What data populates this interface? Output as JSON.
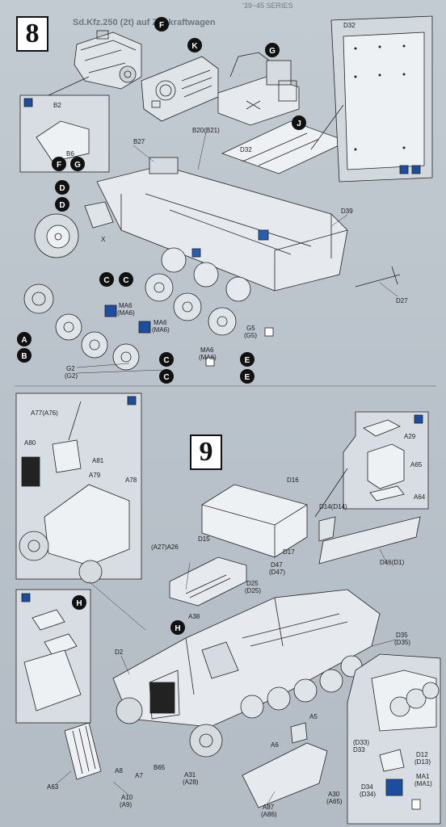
{
  "header": {
    "text": "Sd.Kfz.250 (2t) auf Zugkraftwagen",
    "series": "'39~45 SERIES"
  },
  "steps": {
    "s8": "8",
    "s9": "9"
  },
  "callouts": {
    "F": "F",
    "K": "K",
    "G": "G",
    "J": "J",
    "D": "D",
    "C": "C",
    "A": "A",
    "B": "B",
    "E": "E",
    "H": "H"
  },
  "parts": {
    "B2": "B2",
    "B6": "B6",
    "B27": "B27",
    "B20": "B20(B21)",
    "D32": "D32",
    "D32b": "D32",
    "D39": "D39",
    "D27": "D27",
    "X": "X",
    "MA6a": "MA6",
    "MA6a2": "(MA6)",
    "MA6b": "MA6",
    "MA6b2": "(MA6)",
    "MA6c": "MA6",
    "MA6c2": "(MA6)",
    "G2": "G2",
    "G2b": "(G2)",
    "G5": "G5",
    "G5b": "(G5)",
    "A77": "A77(A76)",
    "A80": "A80",
    "A81": "A81",
    "A79": "A79",
    "A78": "A78",
    "A29": "A29",
    "A65": "A65",
    "A64": "A64",
    "D16": "D16",
    "D14": "D14(D14)",
    "D15": "D15",
    "D17": "D17",
    "D46": "D46(D1)",
    "A26": "(A27)A26",
    "D25": "D25",
    "D25b": "(D25)",
    "D47": "D47",
    "D47b": "(D47)",
    "A38": "A38",
    "D35": "D35",
    "D35b": "(D35)",
    "D2": "D2",
    "A5": "A5",
    "A6": "A6",
    "D33": "(D33)",
    "D33b": "D33",
    "D12": "D12",
    "D12b": "(D13)",
    "MA1": "MA1",
    "MA1b": "(MA1)",
    "D34": "D34",
    "D34b": "(D34)",
    "A63": "A63",
    "A8": "A8",
    "A7": "A7",
    "B65": "B65",
    "A31": "A31",
    "A31b": "(A28)",
    "A10": "A10",
    "A10b": "(A9)",
    "A87": "A87",
    "A87b": "(A86)",
    "A30": "A30",
    "A30b": "(A65)"
  }
}
